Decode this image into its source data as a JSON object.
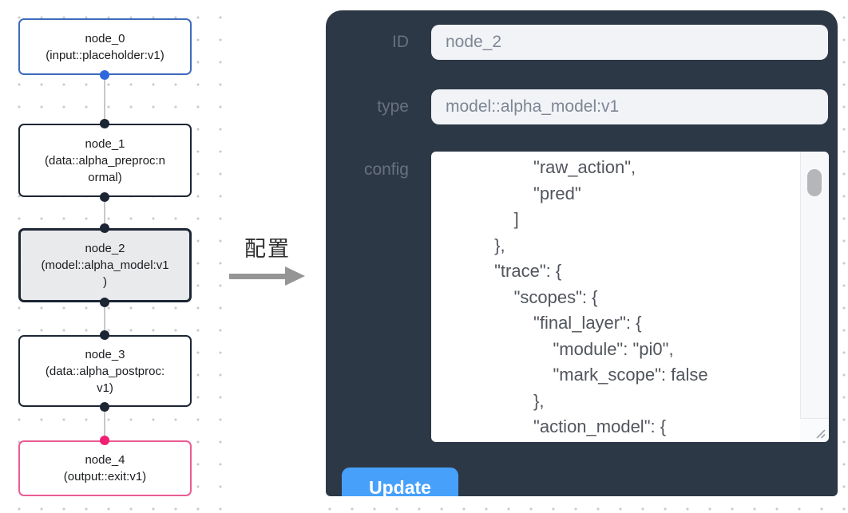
{
  "flow": {
    "nodes": [
      {
        "id": "node_0",
        "title": "node_0",
        "subtitle": "(input::placeholder:v1)",
        "variant": "input",
        "border_color": "#3e6bbd"
      },
      {
        "id": "node_1",
        "title": "node_1",
        "subtitle": "(data::alpha_preproc:n\normal)",
        "variant": "default",
        "border_color": "#1d2634"
      },
      {
        "id": "node_2",
        "title": "node_2",
        "subtitle": "(model::alpha_model:v1\n)",
        "variant": "selected",
        "border_color": "#1d2634",
        "background": "#e9eaec"
      },
      {
        "id": "node_3",
        "title": "node_3",
        "subtitle": "(data::alpha_postproc:\nv1)",
        "variant": "default",
        "border_color": "#1d2634"
      },
      {
        "id": "node_4",
        "title": "node_4",
        "subtitle": "(output::exit:v1)",
        "variant": "output",
        "border_color": "#ea5d93"
      }
    ],
    "port_colors": {
      "default": "#1c2533",
      "input_out": "#2f68dd",
      "output_in": "#f01f71"
    },
    "edge_color": "#c7c7c7"
  },
  "annotation": {
    "label": "配置",
    "arrow_direction": "right",
    "arrow_color": "#959595"
  },
  "panel": {
    "background": "#2d3846",
    "fields": [
      {
        "label": "ID",
        "value": "node_2"
      },
      {
        "label": "type",
        "value": "model::alpha_model:v1"
      }
    ],
    "config": {
      "label": "config",
      "text": "                  \"raw_action\",\n                  \"pred\"\n              ]\n          },\n          \"trace\": {\n              \"scopes\": {\n                  \"final_layer\": {\n                      \"module\": \"pi0\",\n                      \"mark_scope\": false\n                  },\n                  \"action_model\": {"
    },
    "update_label": "Update",
    "button_color": "#47a1fb"
  }
}
